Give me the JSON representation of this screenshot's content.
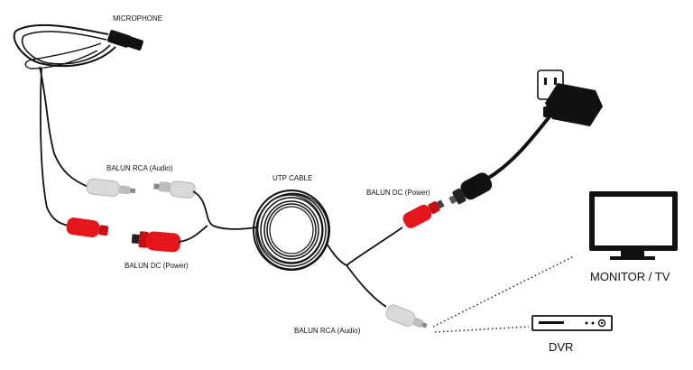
{
  "labels": {
    "microphone": "MICROPHONE",
    "balun_rca_audio_left": "BALUN RCA (Audio)",
    "balun_dc_power_left": "BALUN DC (Power)",
    "utp_cable": "UTP CABLE",
    "balun_dc_power_right": "BALUN DC (Power)",
    "balun_rca_audio_right": "BALUN RCA (Audio)",
    "monitor_tv": "MONITOR / TV",
    "dvr": "DVR"
  },
  "colors": {
    "cable": "#111111",
    "rca_white": "#d9d9d9",
    "dc_red": "#e4161b",
    "black": "#111111"
  },
  "icons": [
    "microphone-icon",
    "power-adapter-icon",
    "wall-outlet-icon",
    "monitor-icon",
    "dvr-icon"
  ]
}
